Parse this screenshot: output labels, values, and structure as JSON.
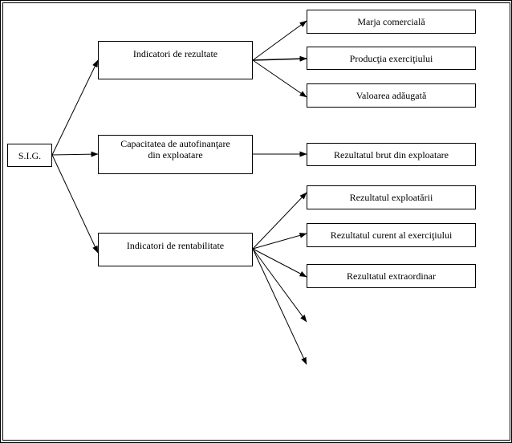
{
  "root": {
    "label": "S.I.G."
  },
  "groups": {
    "results": "Indicatori de rezultate",
    "selffinancing": [
      "Capacitatea de autofinanţare",
      "din exploatare"
    ],
    "profitability": "Indicatori de rentabilitate"
  },
  "leaves": {
    "margin": "Marja comercială",
    "production": "Producţia exerciţiului",
    "value_added": "Valoarea adăugată",
    "gross_result": "Rezultatul brut din exploatare",
    "operating_result": "Rezultatul exploatării",
    "current_result": "Rezultatul curent al exerciţiului",
    "extraordinary_result": "Rezultatul extraordinar"
  }
}
